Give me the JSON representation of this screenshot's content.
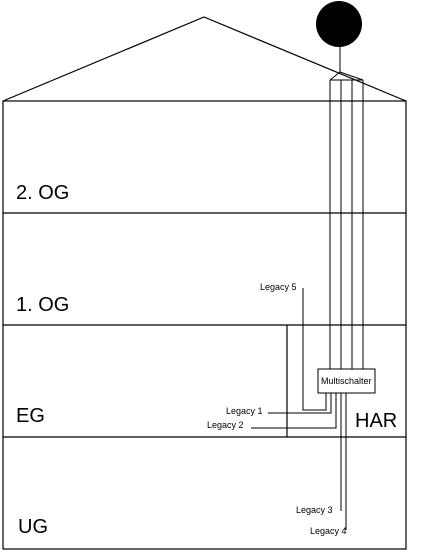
{
  "floors": {
    "og2": "2. OG",
    "og1": "1. OG",
    "eg": "EG",
    "ug": "UG"
  },
  "room": "HAR",
  "device": "Multischalter",
  "outputs": [
    "Legacy 1",
    "Legacy 2",
    "Legacy 3",
    "Legacy 4",
    "Legacy 5"
  ],
  "colors": {
    "stroke": "#000000",
    "dish": "#000000",
    "background": "#ffffff"
  }
}
